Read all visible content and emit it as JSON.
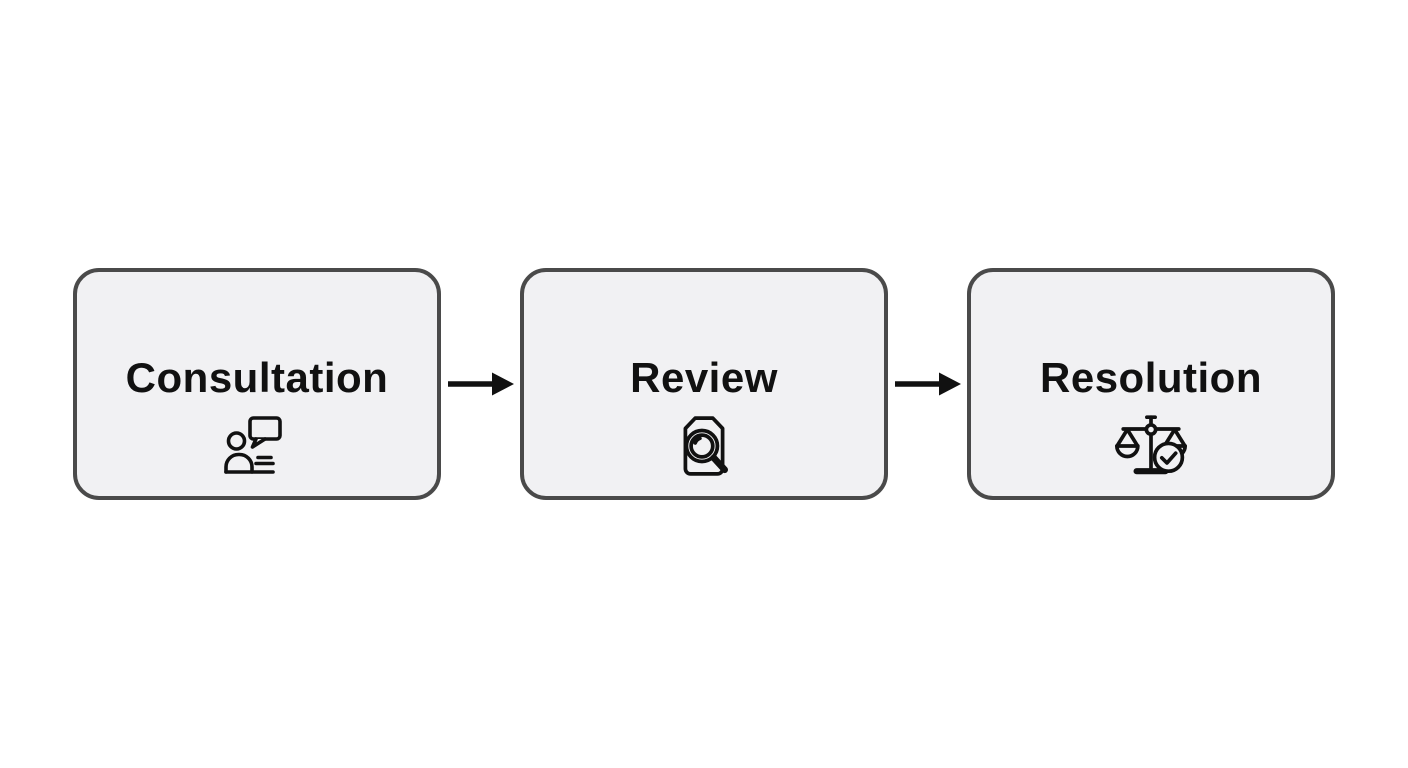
{
  "diagram": {
    "steps": [
      {
        "label": "Consultation",
        "icon": "person-chat-icon"
      },
      {
        "label": "Review",
        "icon": "document-magnifier-icon"
      },
      {
        "label": "Resolution",
        "icon": "scales-check-icon"
      }
    ],
    "connector_icon": "arrow-right-icon",
    "colors": {
      "page_background": "#ffffff",
      "box_fill": "#f1f1f3",
      "box_border": "#4a4a4a",
      "text": "#111111",
      "icon_stroke": "#111111",
      "arrow": "#111111"
    }
  }
}
